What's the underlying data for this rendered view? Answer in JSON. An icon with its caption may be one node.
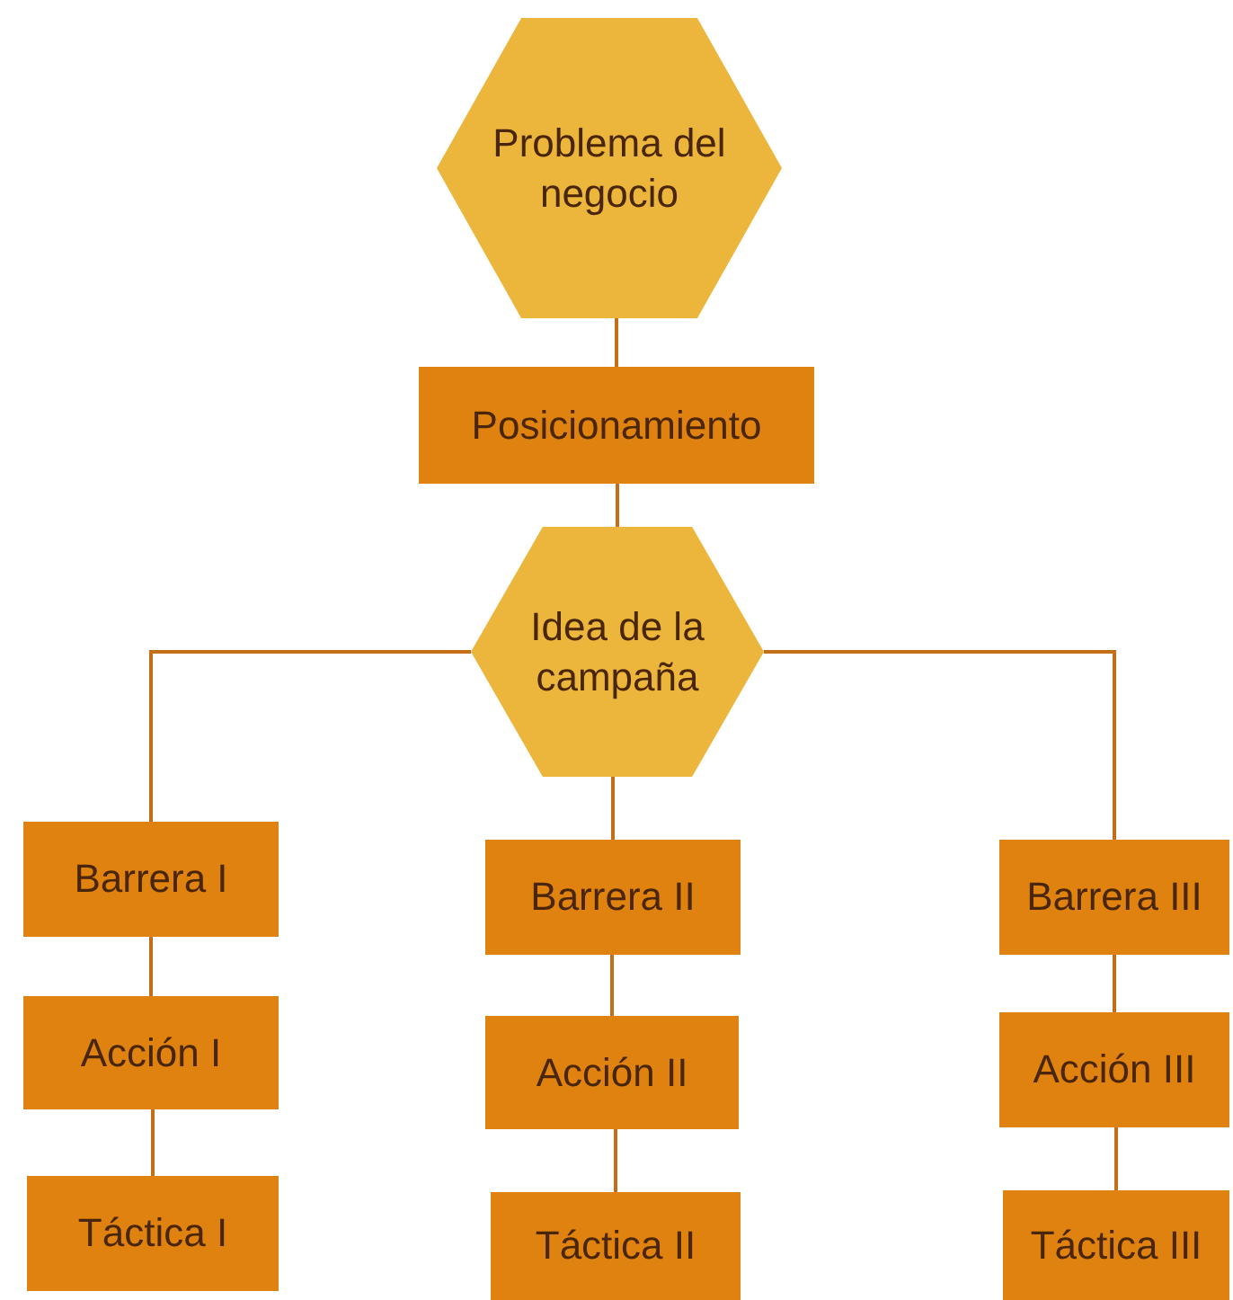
{
  "diagram": {
    "nodes": [
      {
        "text": [
          "Problema del negocio"
        ]
      },
      {
        "text": [
          "Posicionamiento"
        ]
      },
      {
        "text": [
          "Idea de la campaña"
        ]
      },
      {
        "text": [
          "Barrera I"
        ]
      },
      {
        "text": [
          "Acción I"
        ]
      },
      {
        "text": [
          "Táctica I"
        ]
      },
      {
        "text": [
          "Barrera II"
        ]
      },
      {
        "text": [
          "Acción II"
        ]
      },
      {
        "text": [
          "Táctica II"
        ]
      },
      {
        "text": [
          "Barrera III"
        ]
      },
      {
        "text": [
          "Acción III"
        ]
      },
      {
        "text": [
          "Táctica III"
        ]
      }
    ],
    "edges": [
      {
        "from": 0,
        "to": 1,
        "arrow": "none"
      },
      {
        "from": 1,
        "to": 2,
        "arrow": "none"
      },
      {
        "from": 2,
        "to": 3,
        "arrow": "none"
      },
      {
        "from": 2,
        "to": 6,
        "arrow": "none"
      },
      {
        "from": 2,
        "to": 9,
        "arrow": "none"
      },
      {
        "from": 3,
        "to": 4,
        "arrow": "none"
      },
      {
        "from": 4,
        "to": 5,
        "arrow": "none"
      },
      {
        "from": 6,
        "to": 7,
        "arrow": "none"
      },
      {
        "from": 7,
        "to": 8,
        "arrow": "none"
      },
      {
        "from": 9,
        "to": 10,
        "arrow": "none"
      },
      {
        "from": 10,
        "to": 11,
        "arrow": "none"
      }
    ]
  }
}
